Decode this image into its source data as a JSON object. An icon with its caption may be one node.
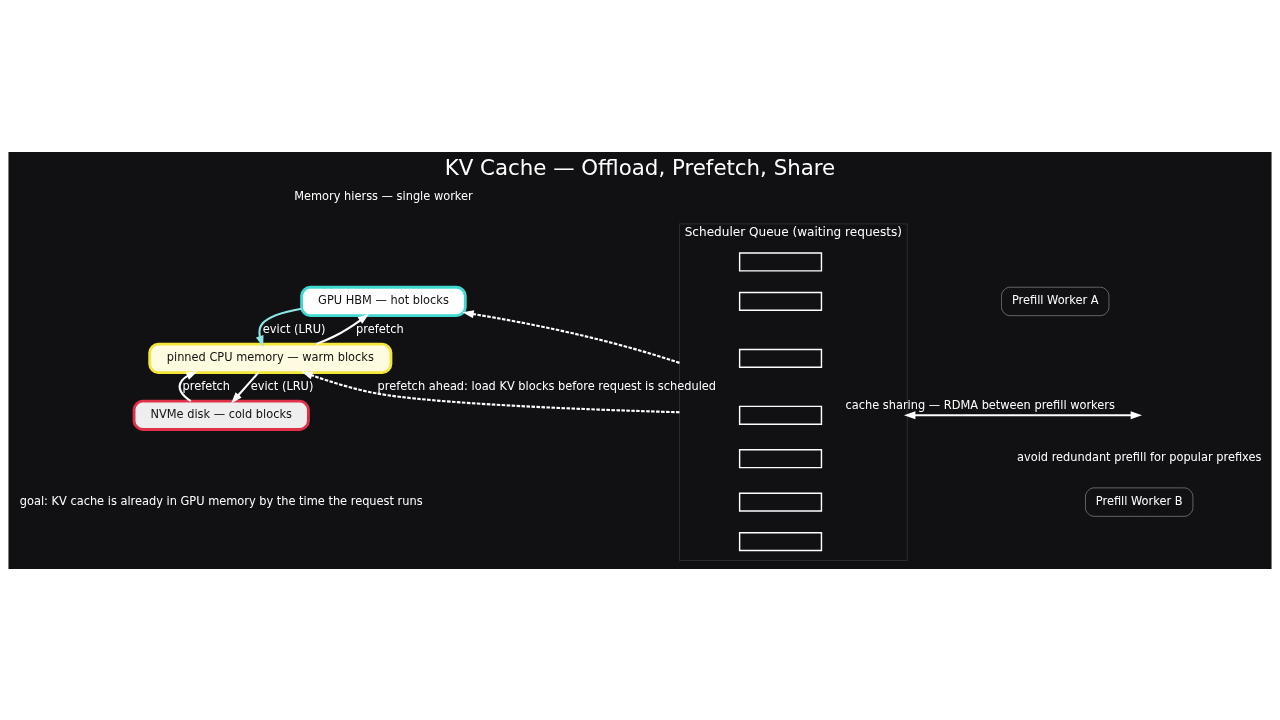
{
  "diagram": {
    "title": "KV Cache — Offload, Prefetch, Share",
    "caption": "goal: KV cache is already in GPU memory by the time the request runs",
    "nodes": [
      {
        "text": [
          "GPU HBM — hot blocks"
        ]
      },
      {
        "text": [
          "pinned CPU memory — warm blocks"
        ]
      },
      {
        "text": [
          "NVMe disk — cold blocks"
        ]
      },
      {
        "text": [
          "Scheduler Queue (waiting requests)"
        ]
      },
      {
        "text": [],
        "shape": "box",
        "in": 3
      },
      {
        "text": [],
        "shape": "box",
        "in": 3
      },
      {
        "text": [],
        "shape": "box",
        "in": 3
      },
      {
        "text": [],
        "shape": "box",
        "in": 3
      },
      {
        "text": [],
        "shape": "box",
        "in": 3
      },
      {
        "text": [],
        "shape": "box",
        "in": 3
      },
      {
        "text": [],
        "shape": "box",
        "in": 3
      },
      {
        "text": [
          "Prefill Worker A"
        ]
      },
      {
        "text": [
          "Prefill Worker B"
        ]
      }
    ],
    "edges": [
      {
        "from": 0,
        "to": 1,
        "arrow": "to",
        "label": "evict (LRU)",
        "color": "#8ee6e6"
      },
      {
        "from": 1,
        "to": 0,
        "arrow": "to",
        "label": "prefetch"
      },
      {
        "from": 1,
        "to": 2,
        "arrow": "to",
        "label": "evict (LRU)"
      },
      {
        "from": 2,
        "to": 1,
        "arrow": "to",
        "label": "prefetch"
      },
      {
        "from": 3,
        "to": 1,
        "arrow": "to",
        "style": "dashed",
        "label": "prefetch ahead: load KV blocks before request is scheduled"
      },
      {
        "from": 3,
        "to": 0,
        "arrow": "to",
        "style": "dashed"
      },
      {
        "from": 3,
        "to": null,
        "arrow": "both",
        "label": "cache sharing — RDMA between prefill workers"
      }
    ],
    "labels": [
      "Memory hierss — single worker",
      "avoid redundant prefill for popular prefixes"
    ]
  }
}
